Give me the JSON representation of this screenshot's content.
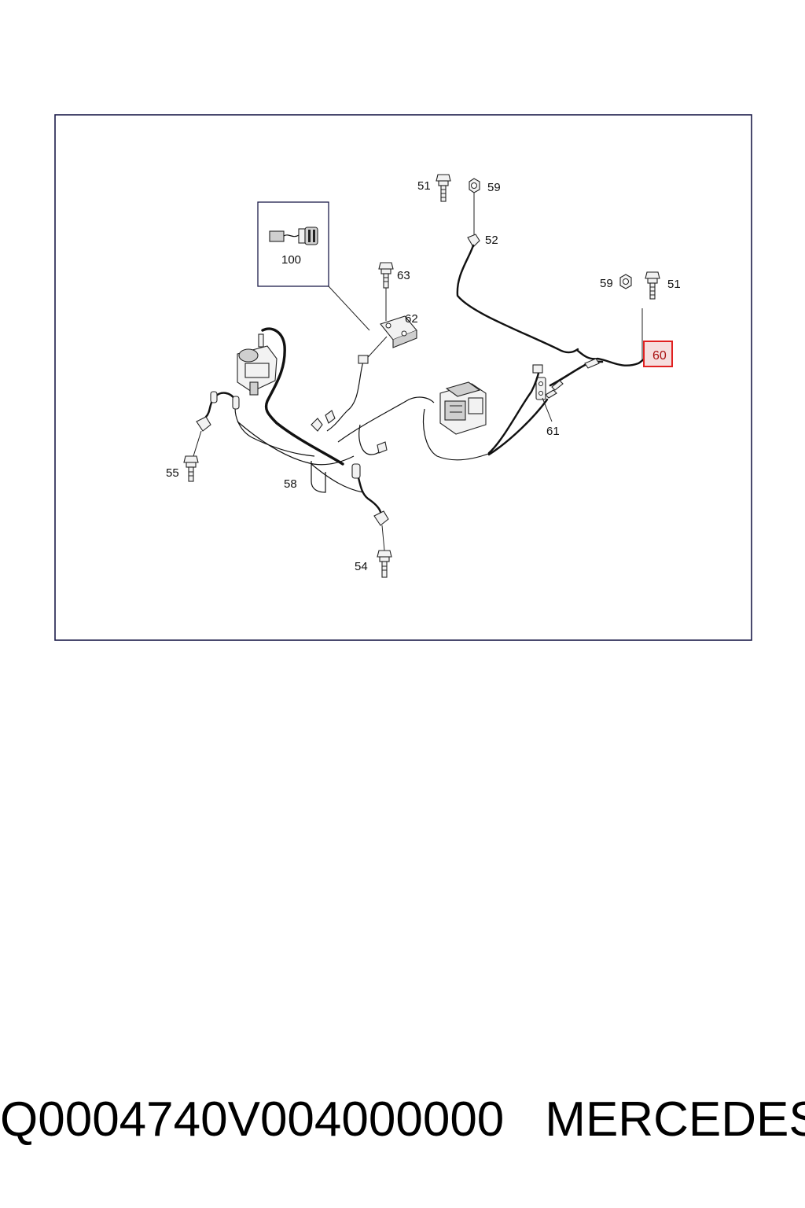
{
  "diagram": {
    "callouts": {
      "c51_top": "51",
      "c59_top": "59",
      "c52": "52",
      "c100": "100",
      "c63": "63",
      "c62": "62",
      "c59_right": "59",
      "c51_right": "51",
      "c60": "60",
      "c61": "61",
      "c55": "55",
      "c58": "58",
      "c54": "54"
    },
    "highlighted_part": "60",
    "highlight_color": "#e02020",
    "frame_color": "#1c1c4a"
  },
  "caption": {
    "part_code": "Q0004740V004000000",
    "brand": "MERCEDES"
  }
}
